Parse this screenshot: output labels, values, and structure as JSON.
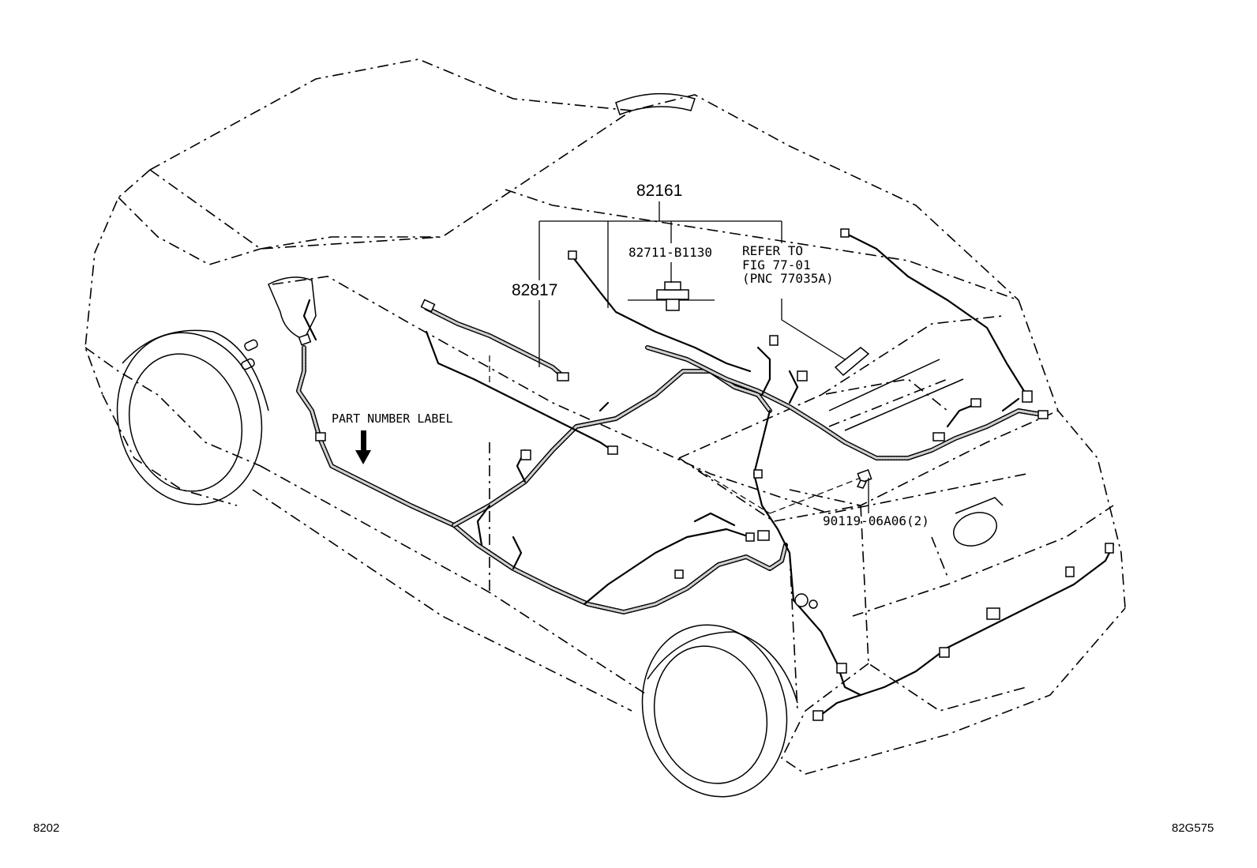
{
  "labels": {
    "main_part": "82161",
    "sub_part": "82817",
    "clip_part": "82711-B1130",
    "refer": "REFER TO\nFIG 77-01\n(PNC 77035A)",
    "bolt_part": "90119-06A06(2)",
    "part_number_label": "PART NUMBER LABEL",
    "page_id": "8202",
    "fig_id": "82G575"
  }
}
